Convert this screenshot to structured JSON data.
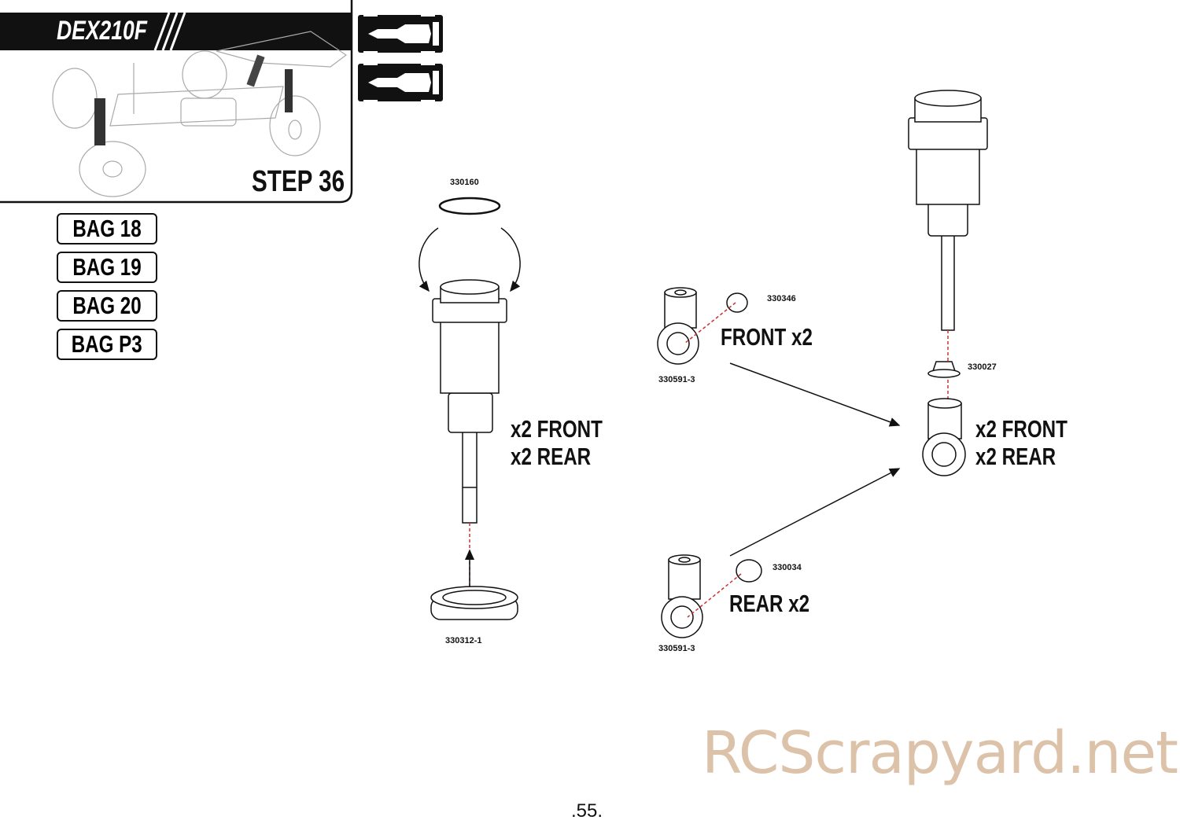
{
  "header": {
    "logo": "DEX210F",
    "step": "STEP 36"
  },
  "bags": [
    "BAG 18",
    "BAG 19",
    "BAG 20",
    "BAG P3"
  ],
  "left_assembly": {
    "oring_part": "330160",
    "nut_part": "330312-1",
    "qty_front": "x2 FRONT",
    "qty_rear": "x2 REAR"
  },
  "middle_assembly": {
    "front": {
      "ball_part": "330346",
      "rod_end_part": "330591-3",
      "label": "FRONT x2"
    },
    "rear": {
      "ball_part": "330034",
      "rod_end_part": "330591-3",
      "label": "REAR x2"
    }
  },
  "right_assembly": {
    "bushing_part": "330027",
    "qty_front": "x2 FRONT",
    "qty_rear": "x2 REAR"
  },
  "watermark": "RCScrapyard.net",
  "page_number": ".55."
}
